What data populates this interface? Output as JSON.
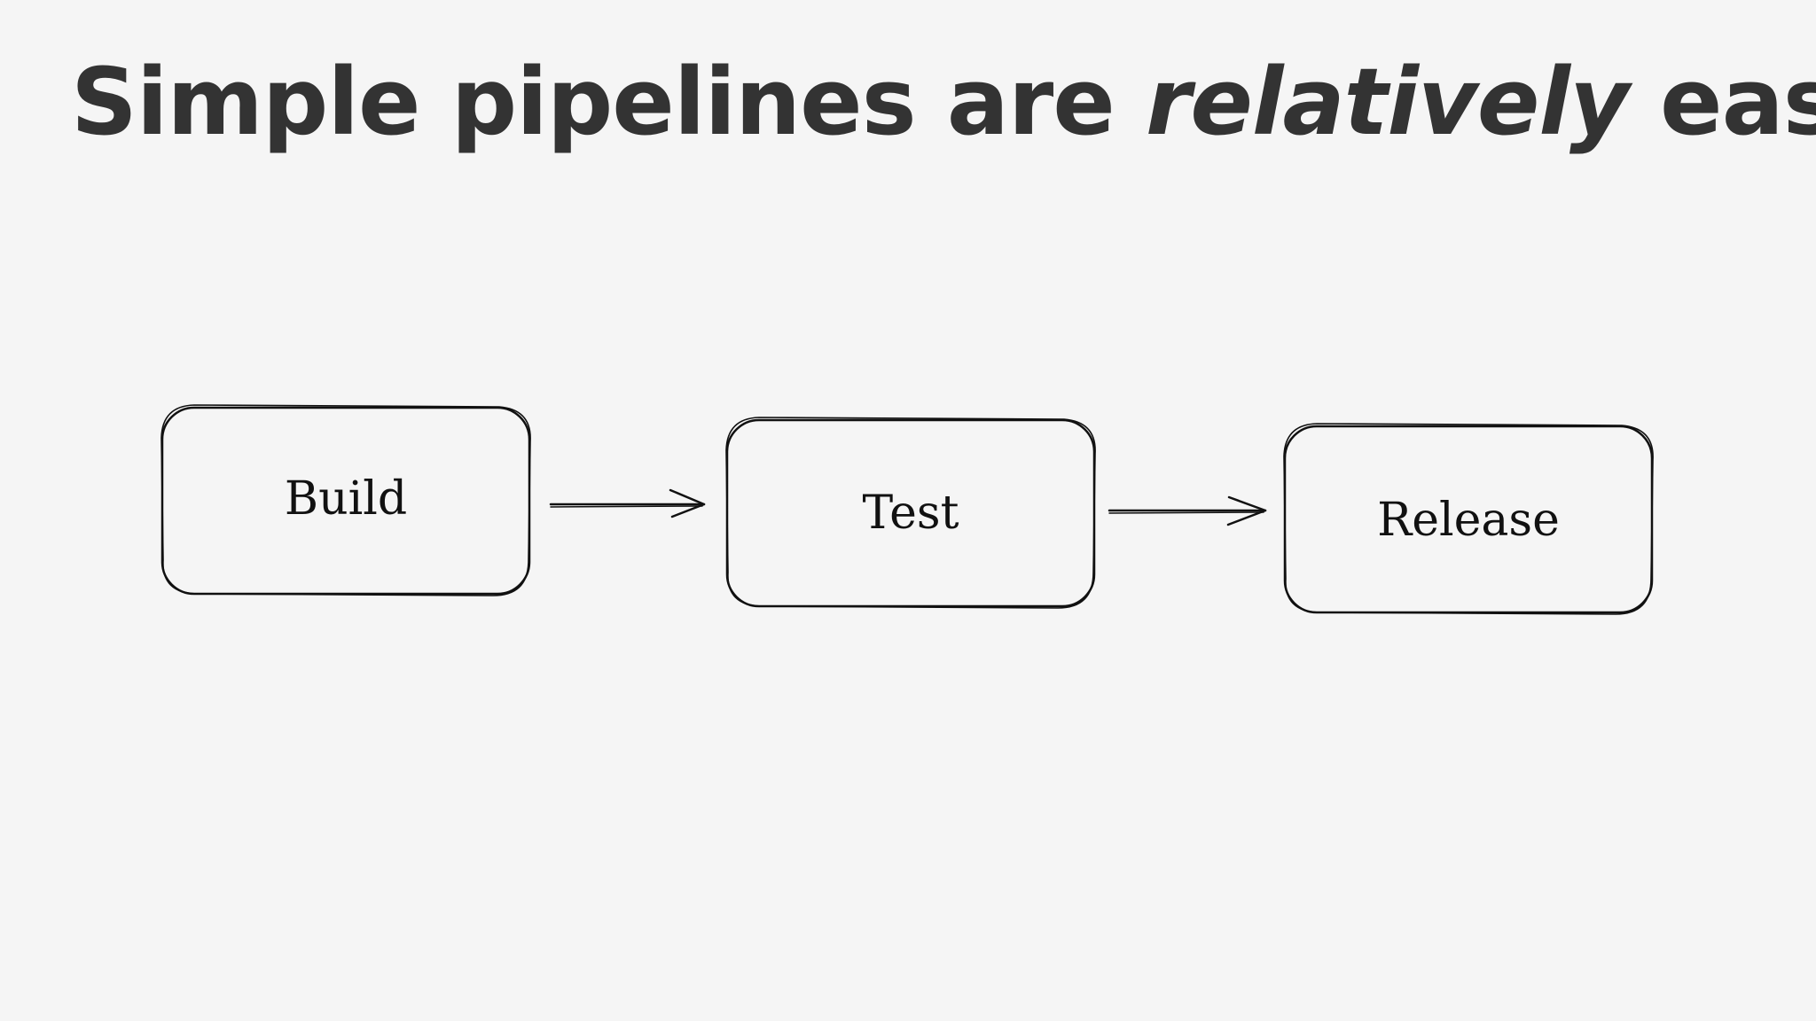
{
  "slide": {
    "title_pre": "Simple pipelines are ",
    "title_emph": "relatively",
    "title_post": " easy"
  },
  "diagram": {
    "nodes": [
      {
        "id": "build",
        "label": "Build"
      },
      {
        "id": "test",
        "label": "Test"
      },
      {
        "id": "release",
        "label": "Release"
      }
    ],
    "edges": [
      {
        "from": "build",
        "to": "test"
      },
      {
        "from": "test",
        "to": "release"
      }
    ],
    "stroke_color": "#111111",
    "background": "#f5f5f5",
    "title_color": "#333333"
  }
}
